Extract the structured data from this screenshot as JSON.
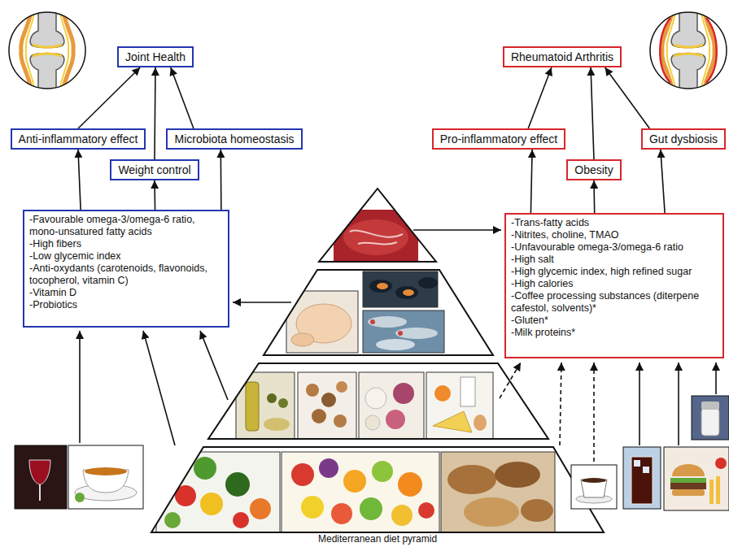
{
  "diagram": {
    "caption": "Mediterranean diet pyramid",
    "nodes": [
      {
        "text": [
          "Joint Health"
        ]
      },
      {
        "text": [
          "Anti-inflammatory effect"
        ]
      },
      {
        "text": [
          "Weight control"
        ]
      },
      {
        "text": [
          "Microbiota homeostasis"
        ]
      },
      {
        "text": [
          "-Favourable omega-3/omega-6 ratio, mono-unsatured fatty acids",
          "-High fibers",
          "-Low glycemic index",
          "-Anti-oxydants (carotenoids, flavonoids, tocopherol, vitamin C)",
          "-Vitamin D",
          "-Probiotics"
        ]
      },
      {
        "text": [
          "Rheumatoid Arthritis"
        ]
      },
      {
        "text": [
          "Pro-inflammatory effect"
        ]
      },
      {
        "text": [
          "Obesity"
        ]
      },
      {
        "text": [
          "Gut dysbiosis"
        ]
      },
      {
        "text": [
          "-Trans-fatty acids",
          "-Nitrites, choline, TMAO",
          "-Unfavourable omega-3/omega-6 ratio",
          "-High salt",
          "-High glycemic index, high refined sugar",
          "-High calories",
          "-Coffee processing substances (diterpene cafestol, solvents)*",
          "-Gluten*",
          "-Milk proteins*"
        ]
      }
    ],
    "edges": [
      {
        "from": 1,
        "to": 0,
        "arrow": "to"
      },
      {
        "from": 2,
        "to": 0,
        "arrow": "to"
      },
      {
        "from": 3,
        "to": 0,
        "arrow": "to"
      },
      {
        "from": 4,
        "to": 1,
        "arrow": "to"
      },
      {
        "from": 4,
        "to": 2,
        "arrow": "to"
      },
      {
        "from": 4,
        "to": 3,
        "arrow": "to"
      },
      {
        "from": 6,
        "to": 5,
        "arrow": "to"
      },
      {
        "from": 7,
        "to": 5,
        "arrow": "to"
      },
      {
        "from": 8,
        "to": 5,
        "arrow": "to"
      },
      {
        "from": 9,
        "to": 6,
        "arrow": "to"
      },
      {
        "from": 9,
        "to": 7,
        "arrow": "to"
      },
      {
        "from": 9,
        "to": 8,
        "arrow": "to"
      }
    ]
  }
}
